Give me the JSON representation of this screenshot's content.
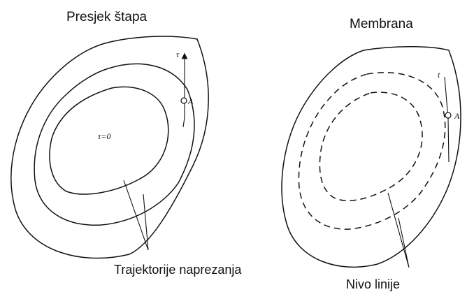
{
  "left": {
    "title": "Presjek štapa",
    "tau_label": "τ",
    "point_label": "A",
    "center_label": "τ=0",
    "caption": "Trajektorije naprezanja"
  },
  "right": {
    "title": "Membrana",
    "t_label": "t",
    "point_label": "A",
    "caption": "Nivo linije"
  }
}
